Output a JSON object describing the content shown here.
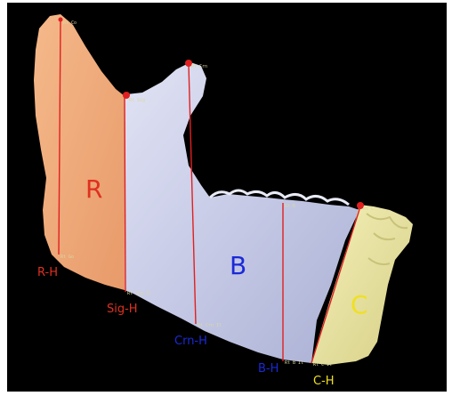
{
  "regions": {
    "ramus": "R",
    "body": "B",
    "chin": "C"
  },
  "measurements": {
    "ramus_height": "R-H",
    "sigmoid_height": "Sig-H",
    "crown_height": "Crn-H",
    "body_height": "B-H",
    "chin_height": "C-H"
  },
  "landmarks": {
    "condylion": "Rt Co",
    "sigmoid": "Rt Sig",
    "coronion": "Rt Crn",
    "ramus_low": "Rt Go",
    "sig_low": "Rt Sig Il",
    "crn_low": "Rt Crn Il",
    "body_top": "Rt B",
    "body_low": "Rt B Il",
    "chin_top": "Rt C",
    "chin_low": "Rt C Il"
  },
  "colors": {
    "ramus": "#f0a070",
    "body": "#c8cce8",
    "chin": "#e8e4a0",
    "line": "#e02020",
    "ramus_text": "#e03020",
    "body_text": "#1a2ad8",
    "chin_text": "#f0e020"
  }
}
